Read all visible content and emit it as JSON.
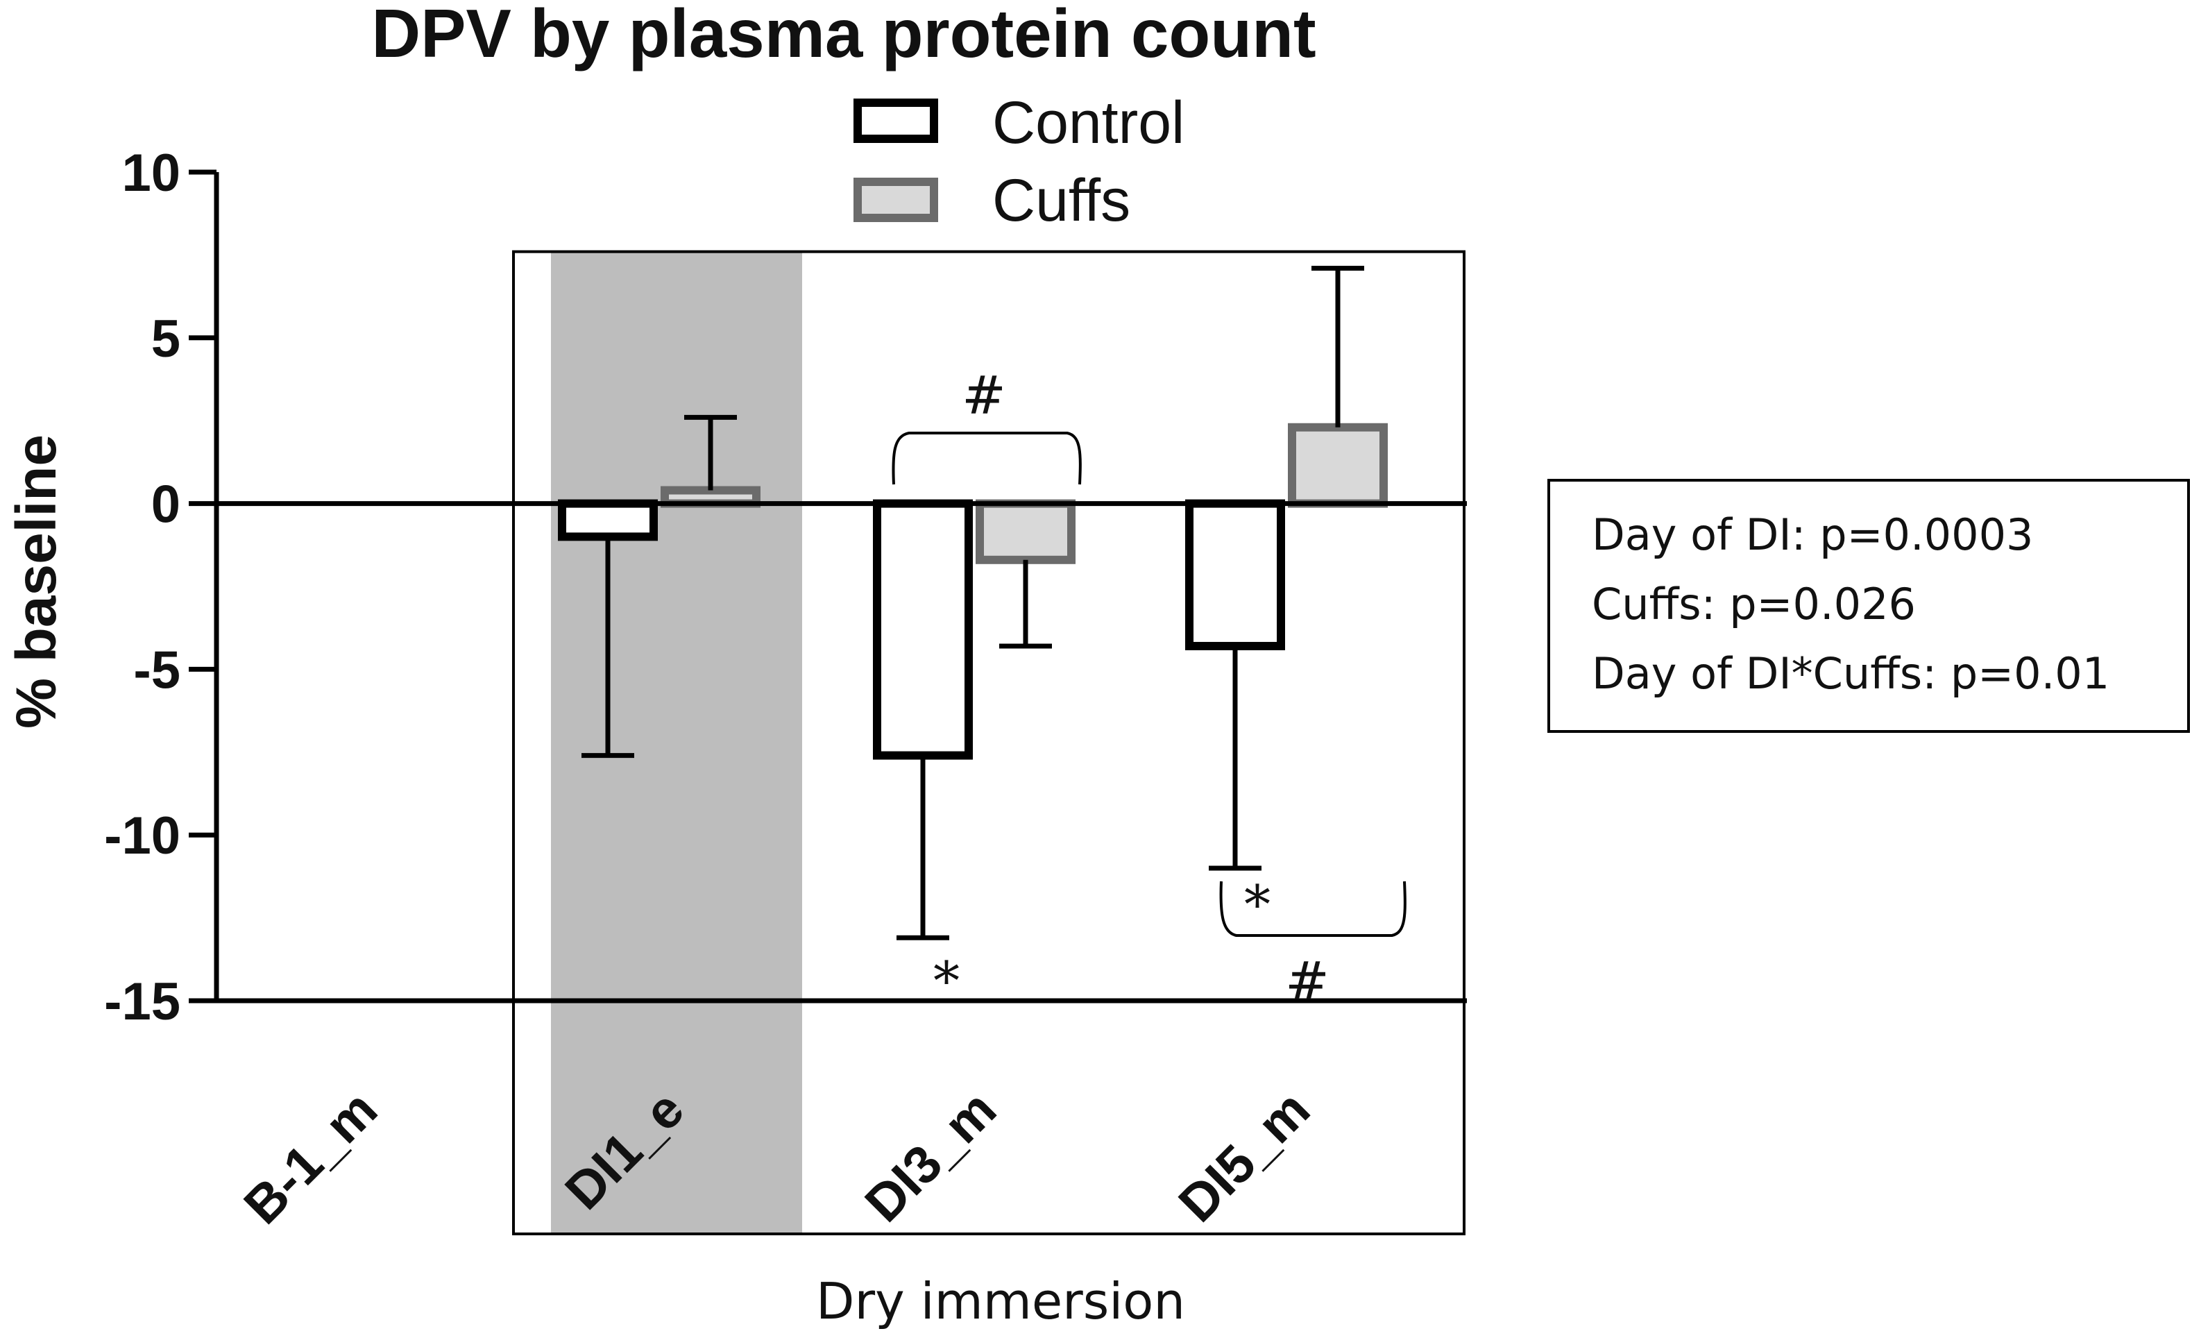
{
  "chart_data": {
    "type": "bar",
    "title": "DPV by plasma protein count",
    "ylabel": "% baseline",
    "xlabel": "Dry immersion",
    "ylim": [
      -15,
      10
    ],
    "yticks": [
      "10",
      "5",
      "0",
      "-5",
      "-10",
      "-15"
    ],
    "categories": [
      "B-1_m",
      "DI1_e",
      "DI3_m",
      "DI5_m"
    ],
    "series": [
      {
        "name": "Control",
        "values": [
          null,
          -1.0,
          -7.6,
          -4.3
        ],
        "errors": [
          null,
          6.6,
          5.5,
          6.7
        ],
        "color": "#ffffff",
        "edge": "#000000"
      },
      {
        "name": "Cuffs",
        "values": [
          null,
          0.4,
          -1.7,
          2.3
        ],
        "errors": [
          null,
          2.2,
          2.6,
          4.8
        ],
        "color": "#d9d9d9",
        "edge": "#6b6b6b"
      }
    ],
    "shaded_category": "DI1_e",
    "significance": [
      {
        "category": "DI3_m",
        "symbol": "#",
        "type": "bracket-above"
      },
      {
        "category": "DI3_m",
        "symbol": "*",
        "series": "Control"
      },
      {
        "category": "DI5_m",
        "symbol": "*",
        "type": "bracket"
      },
      {
        "category": "DI5_m",
        "symbol": "#",
        "series": "Control"
      }
    ],
    "stats_box": [
      "Day of DI: p=0.0003",
      "Cuffs: p=0.026",
      "Day of DI*Cuffs: p=0.01"
    ],
    "legend_position": "top"
  }
}
